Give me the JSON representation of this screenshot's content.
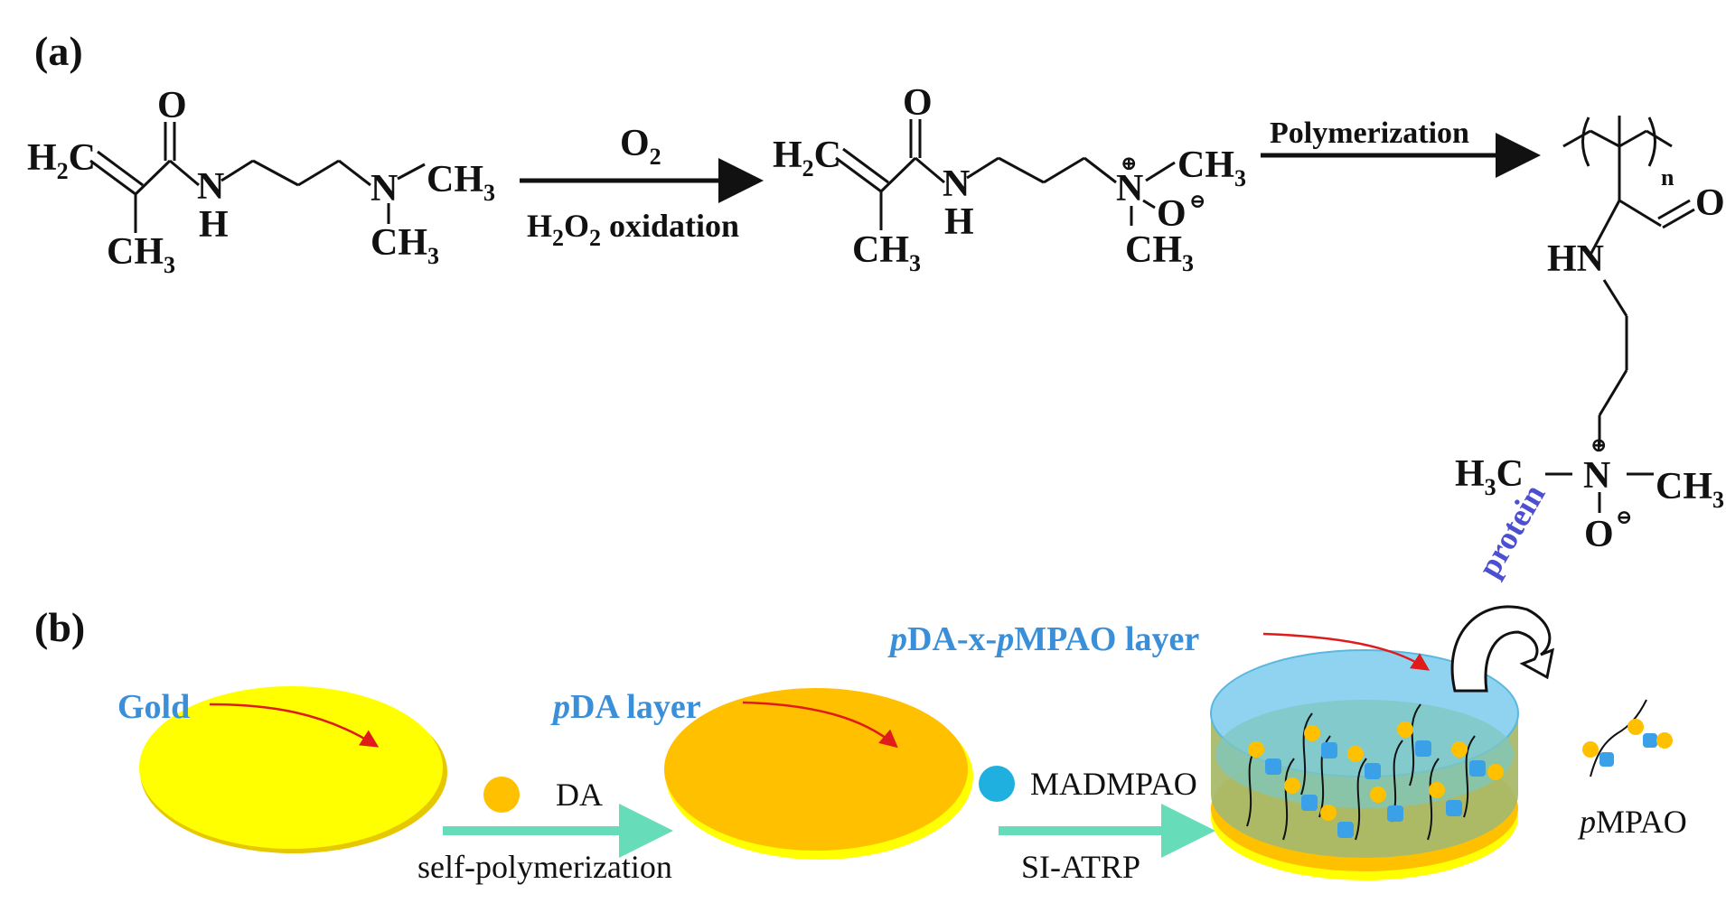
{
  "panels": {
    "a": "(a)",
    "b": "(b)"
  },
  "reaction": {
    "step1_top": "O",
    "step1_top_sub": "2",
    "step1_bottom_pre": "H",
    "step1_bottom_sub1": "2",
    "step1_bottom_mid": "O",
    "step1_bottom_sub2": "2",
    "step1_bottom_post": " oxidation",
    "step2_top": "Polymerization"
  },
  "molecule1": {
    "h2c": "H",
    "h2c_sub": "2",
    "h2c_c": "C",
    "o": "O",
    "n_amide": "N",
    "h_amide": "H",
    "ch3_methyl": "CH",
    "ch3_sub": "3",
    "n_amine": "N",
    "ch3_right": "CH",
    "ch3_right_sub": "3",
    "ch3_down": "CH",
    "ch3_down_sub": "3"
  },
  "molecule2": {
    "h2c": "H",
    "h2c_sub": "2",
    "h2c_c": "C",
    "o": "O",
    "n_amide": "N",
    "h_amide": "H",
    "ch3_methyl": "CH",
    "ch3_sub": "3",
    "n_oxide": "N",
    "plus": "⊕",
    "ch3_up": "CH",
    "ch3_up_sub": "3",
    "o_minus": "O",
    "minus": "⊖",
    "ch3_down": "CH",
    "ch3_down_sub": "3"
  },
  "polymer": {
    "n": "N",
    "o": "O",
    "hn": "HN",
    "h3c": "H",
    "h3c_sub": "3",
    "h3c_c": "C",
    "plus": "⊕",
    "ch3": "CH",
    "ch3_sub": "3",
    "o_minus": "O",
    "minus": "⊖",
    "subscript_n": "n"
  },
  "process": {
    "gold_label": "Gold",
    "pda_label_italic": "p",
    "pda_label_rest": "DA layer",
    "top_label_p1": "p",
    "top_label_mid": "DA-x-",
    "top_label_p2": "p",
    "top_label_rest": "MPAO layer",
    "protein": "protein",
    "da_legend": "DA",
    "madmpao_legend": "MADMPAO",
    "step1_caption": "self-polymerization",
    "step2_caption": "SI-ATRP",
    "pmpao_italic": "p",
    "pmpao_rest": "MPAO"
  },
  "colors": {
    "gold": "#ffff00",
    "gold_edge": "#e6c800",
    "pda": "#ffc000",
    "madmpao_dot": "#1fb0e0",
    "arrow_teal": "#66ddb8",
    "label_blue": "#3a8fd8",
    "pointer_red": "#e01b1b",
    "shell_blue": "#8fd3f0",
    "protein_text": "#4b4fd0"
  }
}
